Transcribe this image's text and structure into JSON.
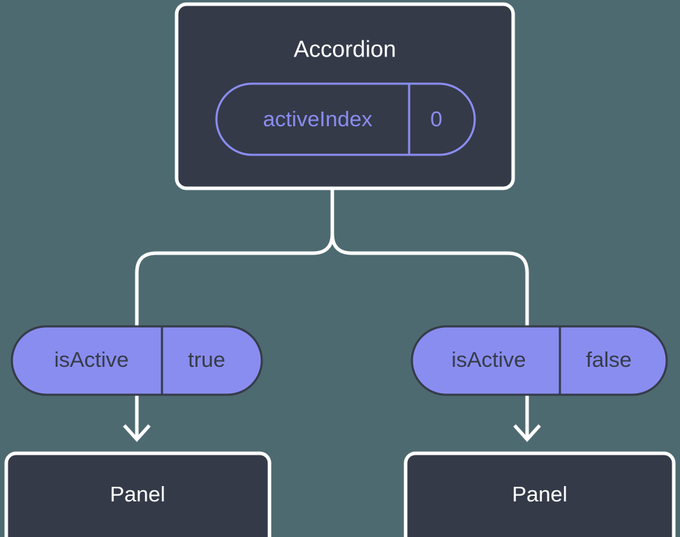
{
  "diagram": {
    "type": "component-state-tree",
    "background_color": "#4d6a70",
    "node_fill": "#343a48",
    "node_stroke": "#ffffff",
    "accent_color": "#8a8df0",
    "dark_text_color": "#353c48",
    "light_text_color": "#ffffff"
  },
  "root": {
    "title": "Accordion",
    "prop": {
      "key": "activeIndex",
      "value": "0"
    }
  },
  "branches": [
    {
      "prop": {
        "key": "isActive",
        "value": "true"
      },
      "child": {
        "title": "Panel"
      }
    },
    {
      "prop": {
        "key": "isActive",
        "value": "false"
      },
      "child": {
        "title": "Panel"
      }
    }
  ]
}
